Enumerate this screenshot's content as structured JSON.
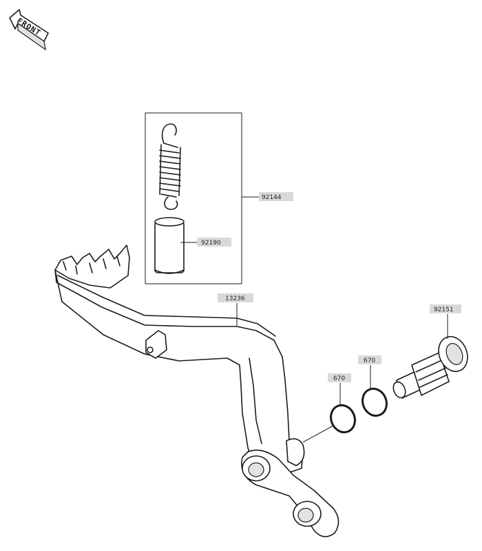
{
  "orientation": {
    "label": "FRONT",
    "icon": "front-arrow-icon"
  },
  "part_labels": {
    "spring_set": "92144",
    "spring_pin": "92190",
    "brake_pedal": "13236",
    "pivot_bolt": "92151",
    "oring_inner": "670",
    "oring_outer": "670"
  },
  "colors": {
    "line": "#1a1a1a",
    "label_bg": "#d9d9d9",
    "shade": "#e2e2e2"
  }
}
